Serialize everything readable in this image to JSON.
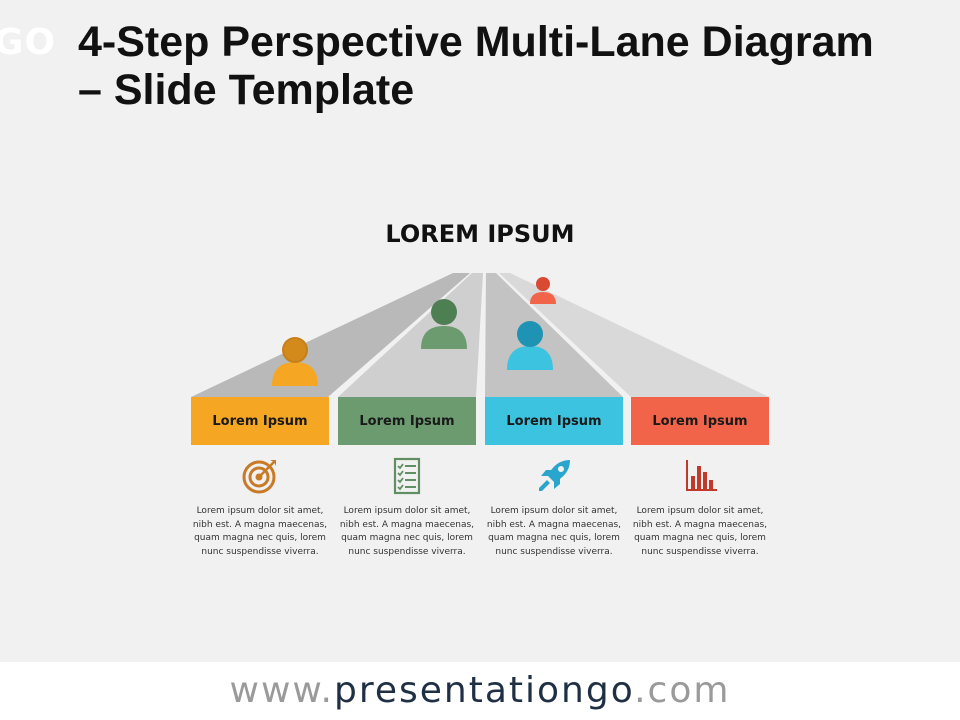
{
  "header": {
    "logo_fragment": "GO",
    "title": "4-Step Perspective Multi-Lane Diagram – Slide Template"
  },
  "diagram": {
    "heading": "LOREM IPSUM",
    "steps": [
      {
        "label": "Lorem Ipsum",
        "color": "#f5a623",
        "person_color": "#f5a623",
        "icon": "target-icon",
        "description": "Lorem ipsum dolor sit amet, nibh est. A magna maecenas, quam magna nec quis, lorem nunc suspendisse viverra."
      },
      {
        "label": "Lorem Ipsum",
        "color": "#6b9b6e",
        "person_color": "#5f8f62",
        "icon": "checklist-icon",
        "description": "Lorem ipsum dolor sit amet, nibh est. A magna maecenas, quam magna nec quis, lorem nunc suspendisse viverra."
      },
      {
        "label": "Lorem Ipsum",
        "color": "#3cc3e0",
        "person_color": "#2ab3d8",
        "icon": "rocket-icon",
        "description": "Lorem ipsum dolor sit amet, nibh est. A magna maecenas, quam magna nec quis, lorem nunc suspendisse viverra."
      },
      {
        "label": "Lorem Ipsum",
        "color": "#f26449",
        "person_color": "#f26449",
        "icon": "bar-chart-icon",
        "description": "Lorem ipsum dolor sit amet, nibh est. A magna maecenas, quam magna nec quis, lorem nunc suspendisse viverra."
      }
    ]
  },
  "footer": {
    "www": "www.",
    "brand": "presentationgo",
    "tld": ".com"
  }
}
